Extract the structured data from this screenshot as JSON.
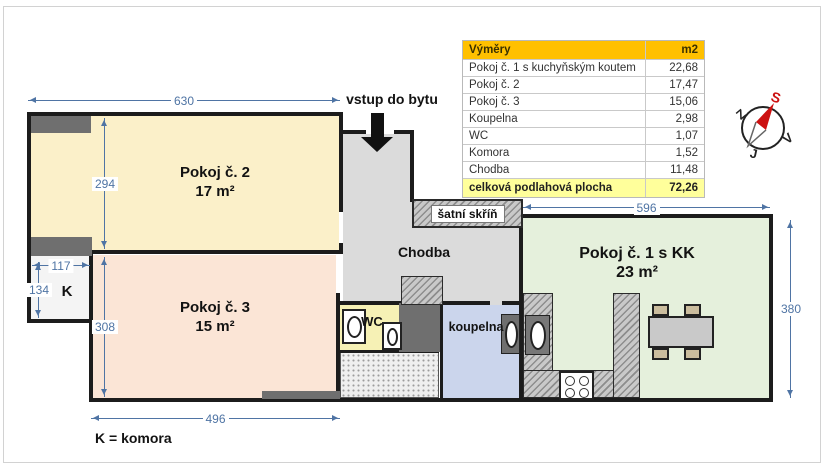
{
  "plan": {
    "entrance_label": "vstup do bytu",
    "legend_note": "K = komora",
    "rooms": {
      "pokoj1": {
        "label": "Pokoj č. 1 s KK",
        "area": "23 m²"
      },
      "pokoj2": {
        "label": "Pokoj č. 2",
        "area": "17 m²"
      },
      "pokoj3": {
        "label": "Pokoj č. 3",
        "area": "15 m²"
      },
      "chodba": {
        "label": "Chodba"
      },
      "koupelna": {
        "label": "koupelna"
      },
      "wc": {
        "label": "WC"
      },
      "komora": {
        "label": "K"
      },
      "satni_skrin": {
        "label": "šatní skříň"
      }
    },
    "dimensions_cm": {
      "pokoj2_width": "630",
      "pokoj2_height": "294",
      "komora_width": "117",
      "komora_height": "134",
      "pokoj3_height": "308",
      "pokoj3_width": "496",
      "pokoj1_width": "596",
      "pokoj1_height": "380"
    }
  },
  "areas_table": {
    "header": {
      "name": "Výměry",
      "unit": "m2"
    },
    "rows": [
      {
        "name": "Pokoj č. 1 s kuchyňským koutem",
        "value": "22,68"
      },
      {
        "name": "Pokoj č. 2",
        "value": "17,47"
      },
      {
        "name": "Pokoj č. 3",
        "value": "15,06"
      },
      {
        "name": "Koupelna",
        "value": "2,98"
      },
      {
        "name": "WC",
        "value": "1,07"
      },
      {
        "name": "Komora",
        "value": "1,52"
      },
      {
        "name": "Chodba",
        "value": "11,48"
      }
    ],
    "total": {
      "name": "celková podlahová plocha",
      "value": "72,26"
    }
  },
  "compass": {
    "north": "S",
    "west": "Z",
    "east": "V",
    "south": "J"
  },
  "colors": {
    "pokoj1_fill": "#E5F0DC",
    "pokoj2_fill": "#FBF0C9",
    "pokoj3_fill": "#FBE5D6",
    "chodba_fill": "#DBDBDB",
    "wc_fill": "#F6F1B5",
    "koupelna_fill": "#CBD5EC",
    "komora_fill": "#F4F4F4",
    "table_header_bg": "#FFC000",
    "table_total_bg": "#FFFF9B",
    "dimension_color": "#4F74A4",
    "compass_north": "#CC1111"
  }
}
